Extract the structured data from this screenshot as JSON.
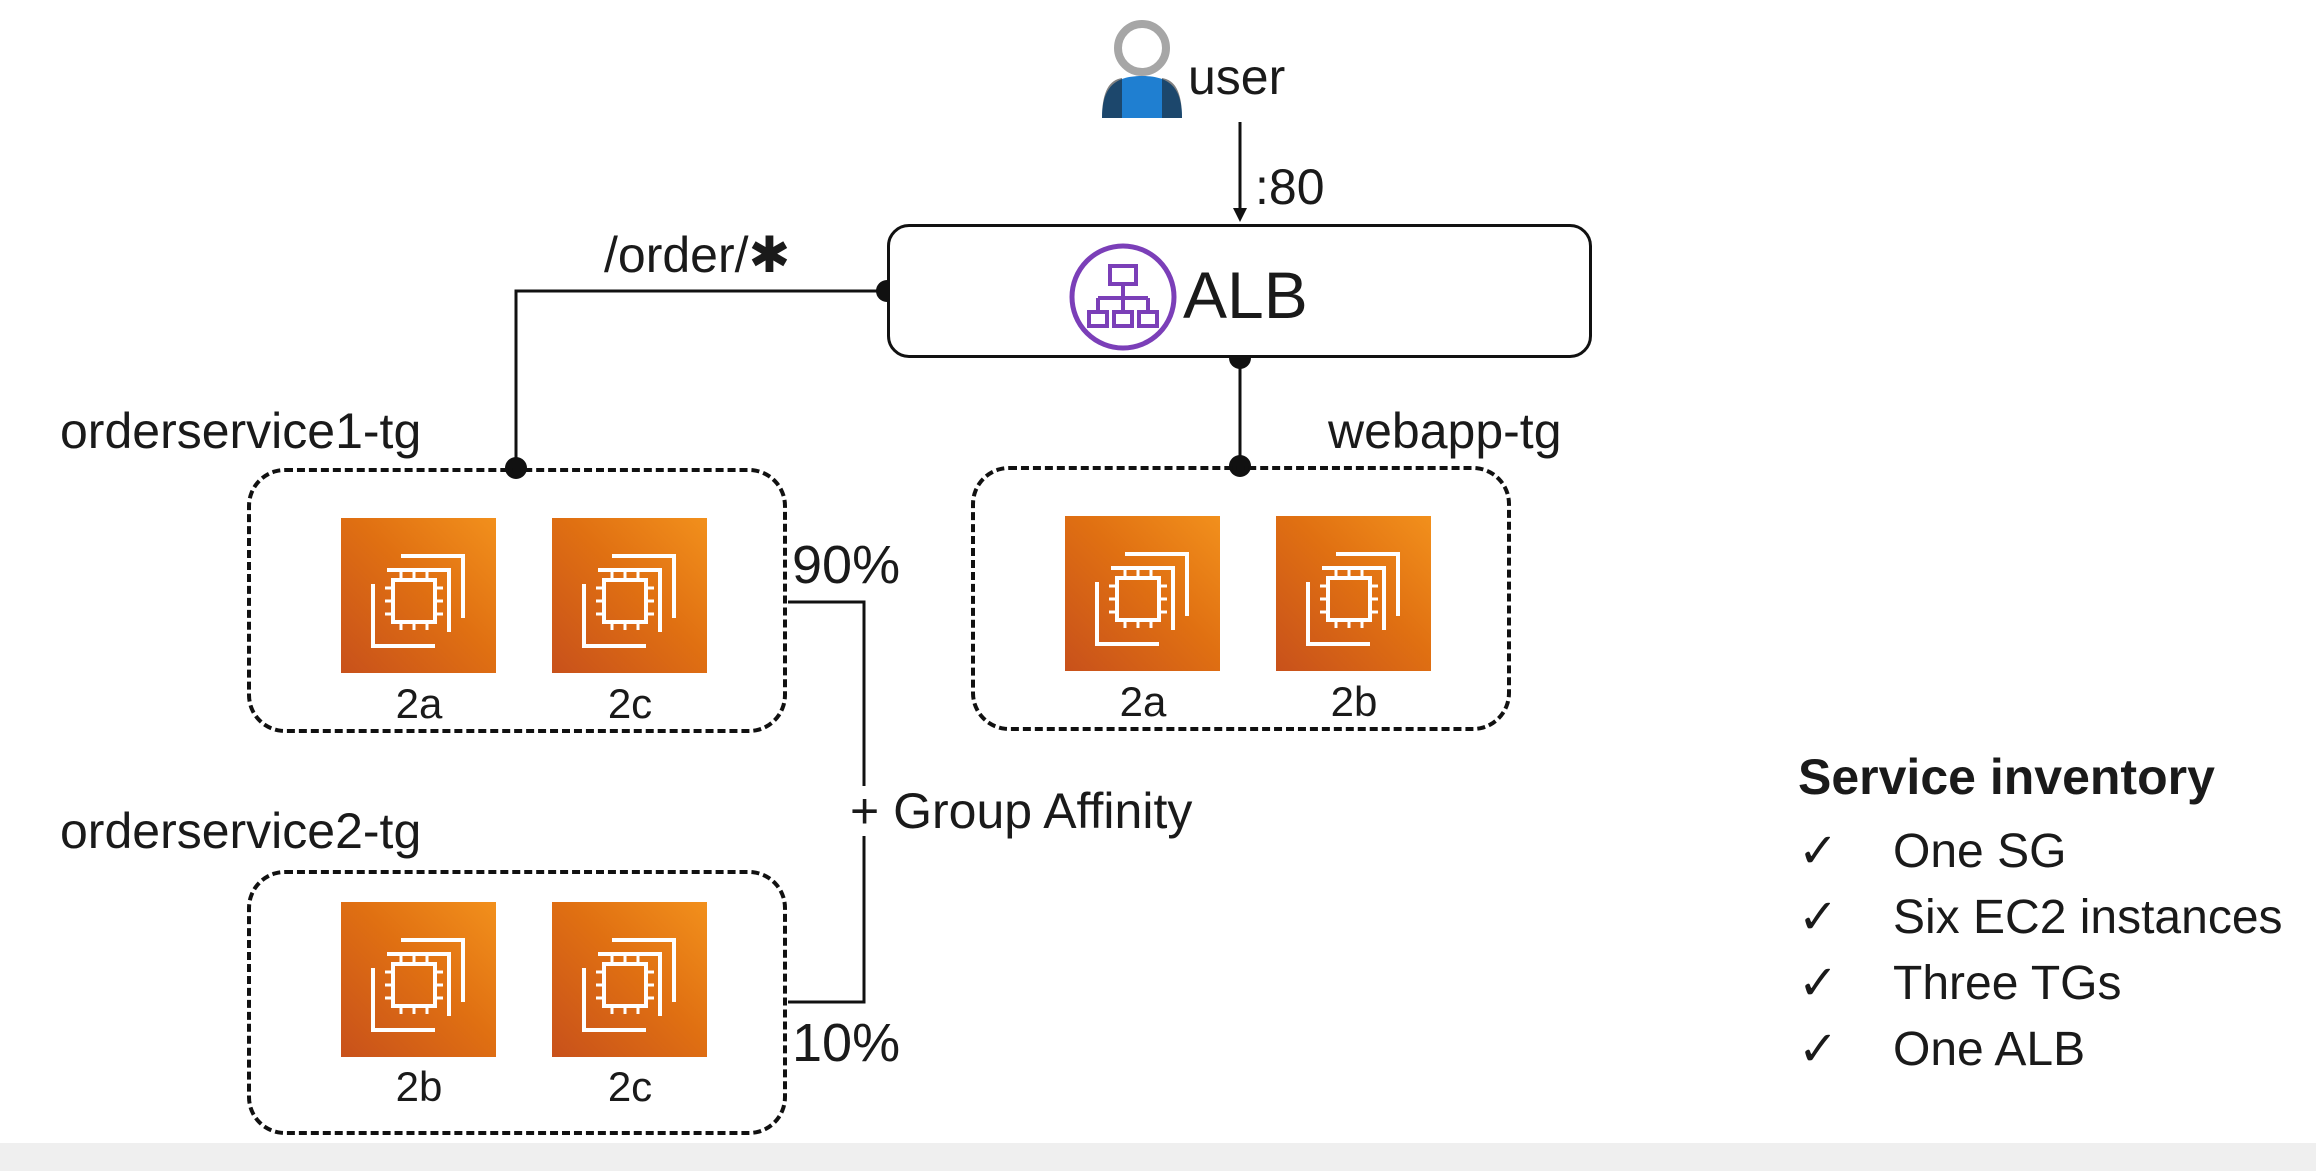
{
  "user": {
    "label": "user",
    "icon": "user-icon"
  },
  "port_label": ":80",
  "alb": {
    "label": "ALB",
    "icon": "load-balancer-icon"
  },
  "path_rule": {
    "label": "/order/✱"
  },
  "target_groups": {
    "orderservice1": {
      "label": "orderservice1-tg",
      "instances": [
        "2a",
        "2c"
      ]
    },
    "webapp": {
      "label": "webapp-tg",
      "instances": [
        "2a",
        "2b"
      ]
    },
    "orderservice2": {
      "label": "orderservice2-tg",
      "instances": [
        "2b",
        "2c"
      ]
    }
  },
  "weights": {
    "orderservice1": "90%",
    "orderservice2": "10%"
  },
  "group_affinity_label": "+ Group Affinity",
  "inventory": {
    "title": "Service inventory",
    "check_icon": "✓",
    "items": [
      "One SG",
      "Six EC2 instances",
      "Three TGs",
      "One ALB"
    ]
  },
  "colors": {
    "ec2_orange": "#e07012",
    "alb_purple": "#7b3fb8",
    "user_blue": "#1f7fd1",
    "user_gray": "#a6a6a6"
  }
}
